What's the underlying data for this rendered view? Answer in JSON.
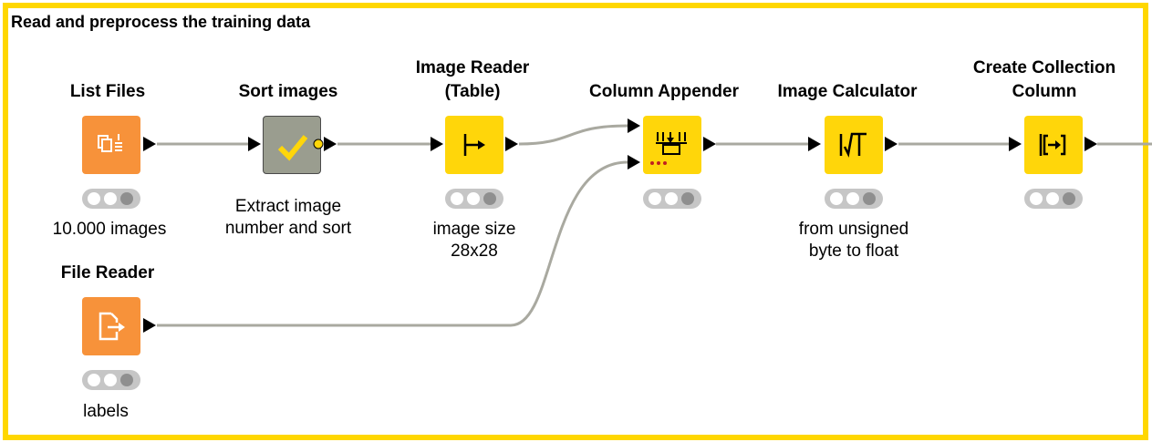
{
  "annotation": {
    "title": "Read and preprocess the training data"
  },
  "colors": {
    "frame": "#FFD700",
    "source_node": "#F7923A",
    "manipulator_node": "#FFD60A",
    "meta_node": "#9A9D8F",
    "connection": "#A9A9A0"
  },
  "nodes": [
    {
      "id": "list-files",
      "title": "List Files",
      "comment": "10.000 images",
      "kind": "source",
      "icon": "list-files-icon",
      "status": [
        "idle",
        "idle",
        "executed"
      ]
    },
    {
      "id": "sort-images",
      "title": "Sort images",
      "comment_lines": [
        "Extract image",
        "number and sort"
      ],
      "kind": "meta",
      "icon": "checkmark-icon"
    },
    {
      "id": "image-reader",
      "title_lines": [
        "Image Reader",
        "(Table)"
      ],
      "comment_lines": [
        "image size",
        "28x28"
      ],
      "kind": "manipulator",
      "icon": "image-reader-icon",
      "status": [
        "idle",
        "idle",
        "executed"
      ]
    },
    {
      "id": "column-appender",
      "title": "Column Appender",
      "kind": "manipulator",
      "icon": "column-appender-icon",
      "status": [
        "idle",
        "idle",
        "executed"
      ]
    },
    {
      "id": "image-calculator",
      "title": "Image Calculator",
      "comment_lines": [
        "from unsigned",
        "byte to float"
      ],
      "kind": "manipulator",
      "icon": "image-calculator-icon",
      "status": [
        "idle",
        "idle",
        "executed"
      ]
    },
    {
      "id": "create-collection",
      "title_lines": [
        "Create Collection",
        "Column"
      ],
      "kind": "manipulator",
      "icon": "create-collection-icon",
      "status": [
        "idle",
        "idle",
        "executed"
      ]
    },
    {
      "id": "file-reader",
      "title": "File Reader",
      "comment": "labels",
      "kind": "source",
      "icon": "file-reader-icon",
      "status": [
        "idle",
        "idle",
        "executed"
      ]
    }
  ],
  "connections": [
    {
      "from": "list-files",
      "to": "sort-images"
    },
    {
      "from": "sort-images",
      "to": "image-reader"
    },
    {
      "from": "image-reader",
      "to": "column-appender",
      "port": 1
    },
    {
      "from": "file-reader",
      "to": "column-appender",
      "port": 2
    },
    {
      "from": "column-appender",
      "to": "image-calculator"
    },
    {
      "from": "image-calculator",
      "to": "create-collection"
    },
    {
      "from": "create-collection",
      "to": "outside"
    }
  ]
}
